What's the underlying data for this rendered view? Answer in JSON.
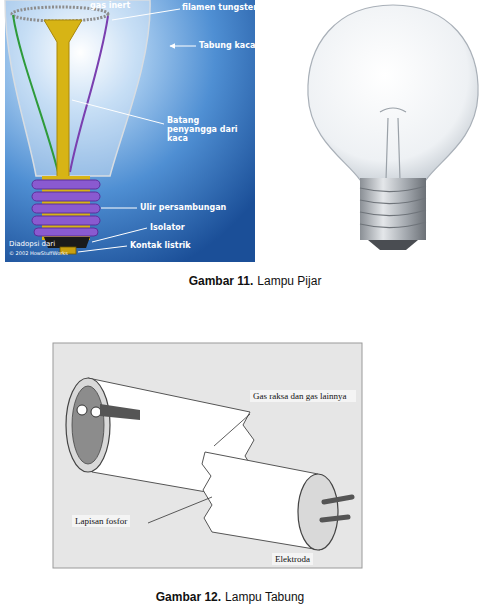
{
  "diagram": {
    "labels": [
      "gas inert",
      "filamen tungsten",
      "Tabung kaca",
      "Batang penyangga dari kaca",
      "Ulir persambungan",
      "Isolator",
      "Kontak listrik",
      "Diadopsi dari",
      "© 2002 HowStuffWorks",
      "Gambar 11.",
      "Lampu Pijar",
      "Gas raksa dan gas lainnya",
      "Lapisan fosfor",
      "Elektroda",
      "Gambar 12.",
      "Lampu Tabung"
    ]
  }
}
